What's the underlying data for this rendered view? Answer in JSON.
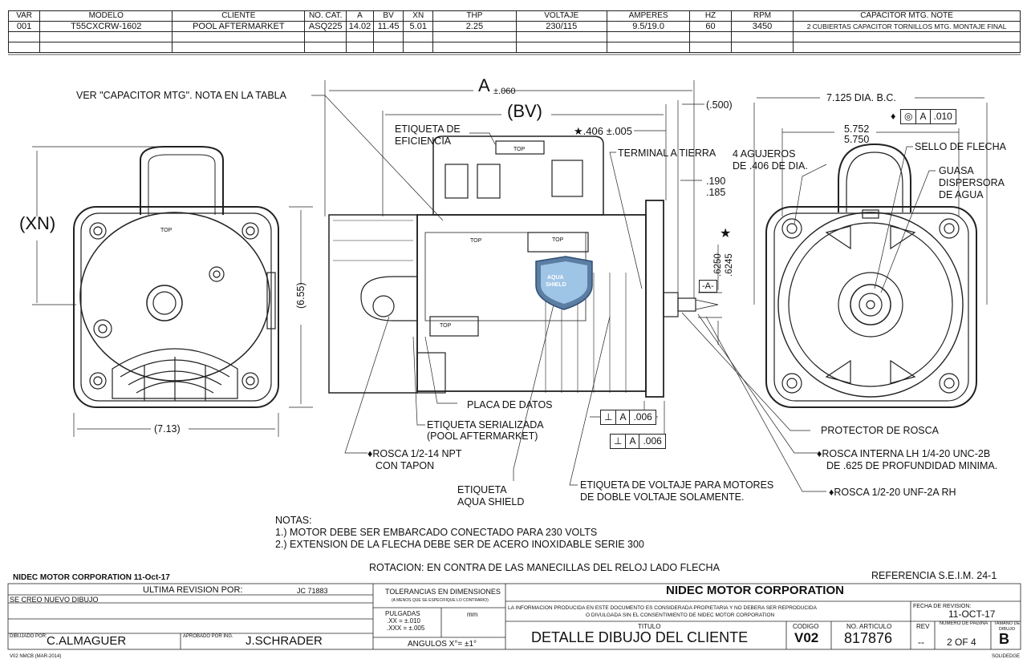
{
  "spec_table": {
    "headers": [
      "VAR",
      "MODELO",
      "CLIENTE",
      "NO. CAT.",
      "A",
      "BV",
      "XN",
      "THP",
      "VOLTAJE",
      "AMPERES",
      "HZ",
      "RPM",
      "CAPACITOR MTG. NOTE"
    ],
    "row": [
      "001",
      "T55CXCRW-1602",
      "POOL AFTERMARKET",
      "ASQ225",
      "14.02",
      "11.45",
      "5.01",
      "2.25",
      "230/115",
      "9.5/19.0",
      "60",
      "3450",
      "2 CUBIERTAS CAPACITOR TORNILLOS MTG. MONTAJE FINAL"
    ]
  },
  "labels": {
    "capacitor_note": "VER \"CAPACITOR MTG\". NOTA EN LA TABLA",
    "dim_a": "A",
    "dim_a_tol": "±.060",
    "dim_bv": "(BV)",
    "dim_500": "(.500)",
    "eff_label_1": "ETIQUETA DE",
    "eff_label_2": "EFICIENCIA",
    "star_406": "★.406 ±.005",
    "terminal": "TERMINAL A TIERRA",
    "dim_190": ".190",
    "dim_185": ".185",
    "holes_1": "4 AGUJEROS",
    "holes_2": "DE .406 DE DIA.",
    "bc": "7.125  DIA. B.C.",
    "dim_5752": "5.752",
    "dim_5750": "5.750",
    "sello": "SELLO DE FLECHA",
    "guasa_1": "GUASA",
    "guasa_2": "DISPERSORA",
    "guasa_3": "DE AGUA",
    "xn": "(XN)",
    "dim_655": "(6.55)",
    "dim_713": "(7.13)",
    "dim_6250": ".6250",
    "dim_6245": ".6245",
    "datum_a": "-A-",
    "top": "TOP",
    "placa": "PLACA DE DATOS",
    "serial_1": "ETIQUETA SERIALIZADA",
    "serial_2": "(POOL AFTERMARKET)",
    "rosca_npt_1": "♦ROSCA 1/2-14 NPT",
    "rosca_npt_2": "CON TAPON",
    "aqua_1": "ETIQUETA",
    "aqua_2": "AQUA SHIELD",
    "volt_1": "ETIQUETA DE VOLTAJE PARA MOTORES",
    "volt_2": "DE DOBLE VOLTAJE SOLAMENTE.",
    "protector": "PROTECTOR DE ROSCA",
    "rosca_int_1": "♦ROSCA INTERNA LH 1/4-20 UNC-2B",
    "rosca_int_2": "DE .625 DE PROFUNDIDAD MINIMA.",
    "rosca_unf": "♦ROSCA 1/2-20 UNF-2A RH",
    "shield_1": "AQUA",
    "shield_2": "SHIELD",
    "gdt_perp": "⊥",
    "gdt_a": "A",
    "gdt_006": ".006",
    "gdt_010": ".010",
    "gdt_diamond": "♦",
    "gdt_circle": "◎"
  },
  "notes": {
    "title": "NOTAS:",
    "n1": "1.) MOTOR DEBE SER EMBARCADO CONECTADO PARA 230 VOLTS",
    "n2": "2.) EXTENSION DE LA FLECHA DEBE SER DE ACERO INOXIDABLE SERIE 300",
    "rotation": "ROTACION: EN CONTRA DE LAS MANECILLAS DEL RELOJ LADO FLECHA",
    "company_date": "NIDEC MOTOR CORPORATION 11-Oct-17",
    "referencia": "REFERENCIA   S.E.I.M. 24-1"
  },
  "title_block": {
    "ultima_revision": "ULTIMA REVISION POR:",
    "jc": "JC 71883",
    "se_creo": "SE CREO NUEVO DIBUJO",
    "dibujado_por_label": "DIBUJADO POR:",
    "dibujado_por": "C.ALMAGUER",
    "aprobado_label": "APROBADO POR ING.",
    "aprobado": "J.SCHRADER",
    "tolerancias": "TOLERANCIAS EN DIMENSIONES",
    "tol_sub": "(A MENOS QUE SE ESPECIFIQUE LO CONTRARIO)",
    "pulgadas": "PULGADAS",
    "mm": "mm",
    "tol1": ".XX = ±.010",
    "tol2": ".XXX = ±.005",
    "angulos": "ANGULOS  X°= ±1°",
    "company": "NIDEC MOTOR CORPORATION",
    "confidential_1": "LA INFORMACION PRODUCIDA EN ESTE DOCUMENTO ES CONSIDERADA PROPIETARIA Y NO DEBERA SER REPRODUCIDA",
    "confidential_2": "O DIVULGADA SIN EL CONSENTIMIENTO DE NIDEC MOTOR CORPORATION",
    "fecha_label": "FECHA DE REVISION:",
    "fecha": "11-OCT-17",
    "titulo_label": "TITULO",
    "titulo": "DETALLE DIBUJO DEL CLIENTE",
    "codigo_label": "CODIGO",
    "codigo": "V02",
    "articulo_label": "NO. ARTICULO",
    "articulo": "817876",
    "rev_label": "REV",
    "rev": "--",
    "pagina_label": "NUMERO DE PAGINA",
    "pagina": "2  OF  4",
    "tamano_label": "TAMANO DE DIBUJO",
    "tamano": "B",
    "footer_left": "V02  NMCB (MAR-2014)",
    "footer_right": "SOLIDEDGE"
  }
}
